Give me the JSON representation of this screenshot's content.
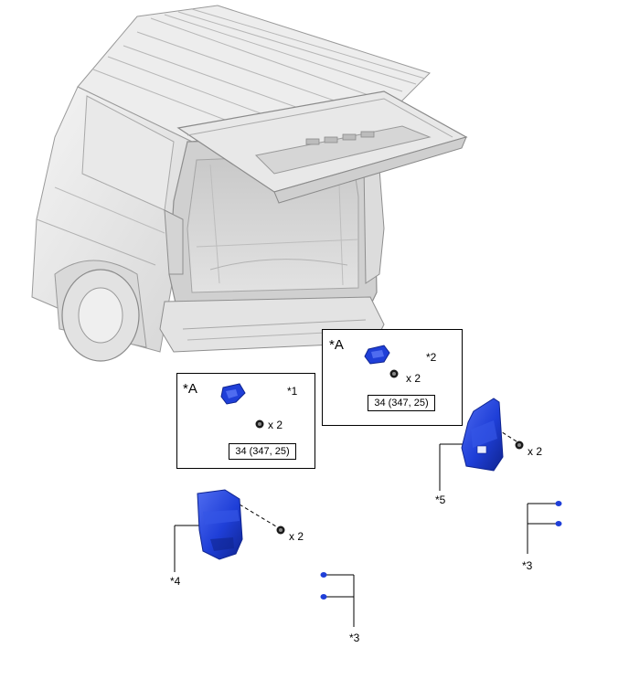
{
  "inset_a_left": {
    "identifier": "*A",
    "part_callout": "*1",
    "bolt_quantity": "x 2",
    "torque_spec": "34 (347, 25)"
  },
  "inset_a_right": {
    "identifier": "*A",
    "part_callout": "*2",
    "bolt_quantity": "x 2",
    "torque_spec": "34 (347, 25)"
  },
  "callouts": {
    "part_4": "*4",
    "part_4_bolts": "x 2",
    "part_5": "*5",
    "part_5_bolts": "x 2",
    "clips_left": "*3",
    "clips_right": "*3"
  },
  "colors": {
    "part_blue": "#1f3fd8",
    "part_blue_dark": "#122a9e",
    "van_gray": "#e6e6e6",
    "line_gray": "#8a8a8a"
  }
}
